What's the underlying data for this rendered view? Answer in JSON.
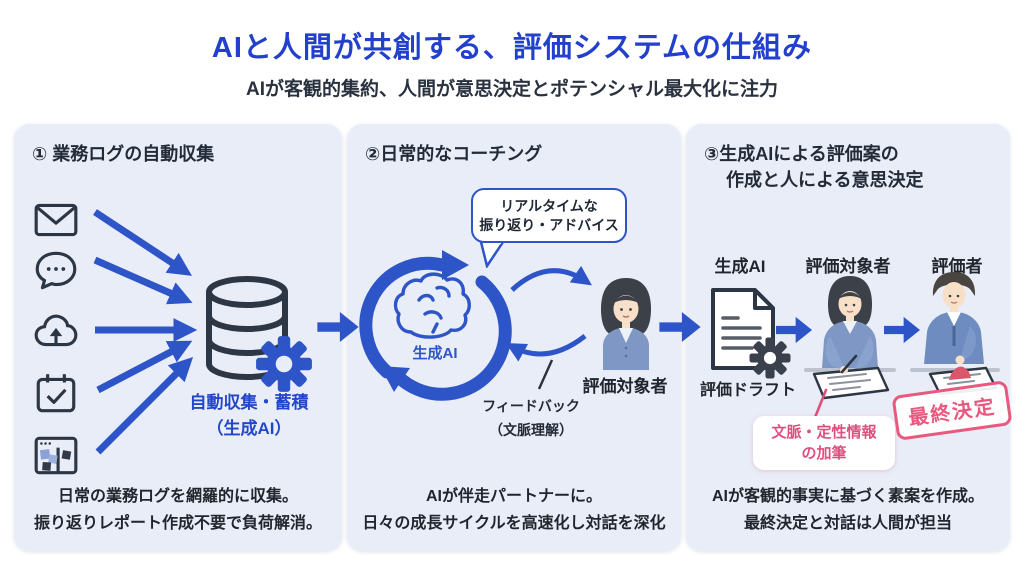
{
  "header": {
    "title": "AIと人間が共創する、評価システムの仕組み",
    "subtitle": "AIが客観的集約、人間が意思決定とポテンシャル最大化に注力"
  },
  "colors": {
    "accent_blue": "#2e55c8",
    "title_blue": "#2240cc",
    "panel_bg": "#e9edf7",
    "dark_ink": "#232b38",
    "pink": "#df4f7d",
    "stamp_pink": "#e8597f"
  },
  "panels": [
    {
      "heading": "① 業務ログの自動収集",
      "source_icons": [
        "mail-icon",
        "chat-icon",
        "cloud-upload-icon",
        "calendar-check-icon",
        "kanban-board-icon"
      ],
      "hub_label_line1": "自動収集・蓄積",
      "hub_label_line2": "（生成AI）",
      "caption_line1": "日常の業務ログを網羅的に収集。",
      "caption_line2": "振り返りレポート作成不要で負荷解消。"
    },
    {
      "heading": "②日常的なコーチング",
      "bubble_line1": "リアルタイムな",
      "bubble_line2": "振り返り・アドバイス",
      "cycle_label": "生成AI",
      "person_label": "評価対象者",
      "feedback_line1": "フィードバック",
      "feedback_line2": "（文脈理解）",
      "caption_line1": "AIが伴走パートナーに。",
      "caption_line2": "日々の成長サイクルを高速化し対話を深化"
    },
    {
      "heading_line1": "③生成AIによる評価案の",
      "heading_line2": "作成と人による意思決定",
      "col_label_ai": "生成AI",
      "col_label_subject": "評価対象者",
      "col_label_evaluator": "評価者",
      "doc_label": "評価ドラフト",
      "pink_note_line1": "文脈・定性情報",
      "pink_note_line2": "の加筆",
      "stamp_label": "最終決定",
      "caption_line1": "AIが客観的事実に基づく素案を作成。",
      "caption_line2": "最終決定と対話は人間が担当"
    }
  ]
}
